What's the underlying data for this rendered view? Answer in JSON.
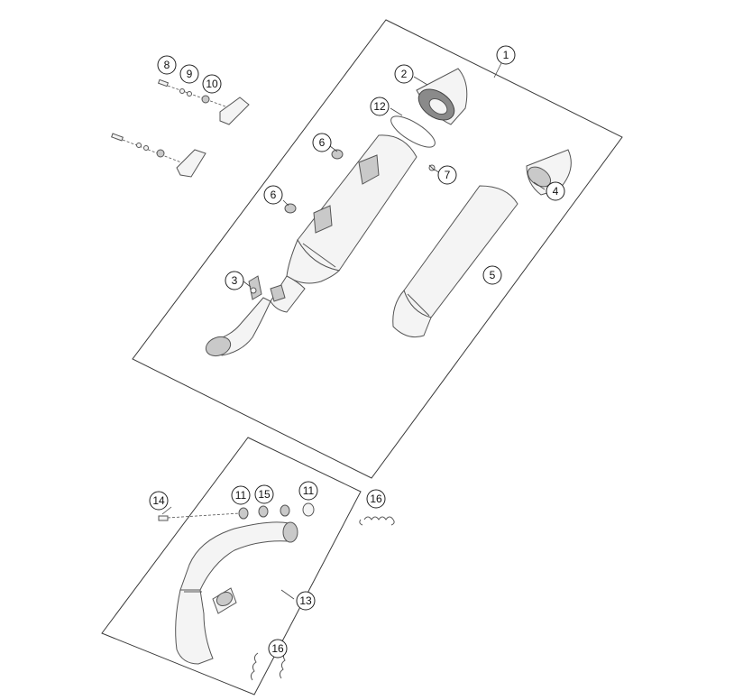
{
  "callouts": [
    {
      "id": "c1",
      "label": "1"
    },
    {
      "id": "c2",
      "label": "2"
    },
    {
      "id": "c3",
      "label": "3"
    },
    {
      "id": "c4",
      "label": "4"
    },
    {
      "id": "c5",
      "label": "5"
    },
    {
      "id": "c6a",
      "label": "6"
    },
    {
      "id": "c6b",
      "label": "6"
    },
    {
      "id": "c7",
      "label": "7"
    },
    {
      "id": "c8",
      "label": "8"
    },
    {
      "id": "c9",
      "label": "9"
    },
    {
      "id": "c10",
      "label": "10"
    },
    {
      "id": "c11a",
      "label": "11"
    },
    {
      "id": "c11b",
      "label": "11"
    },
    {
      "id": "c12",
      "label": "12"
    },
    {
      "id": "c13",
      "label": "13"
    },
    {
      "id": "c14",
      "label": "14"
    },
    {
      "id": "c15",
      "label": "15"
    },
    {
      "id": "c16a",
      "label": "16"
    },
    {
      "id": "c16b",
      "label": "16"
    }
  ]
}
